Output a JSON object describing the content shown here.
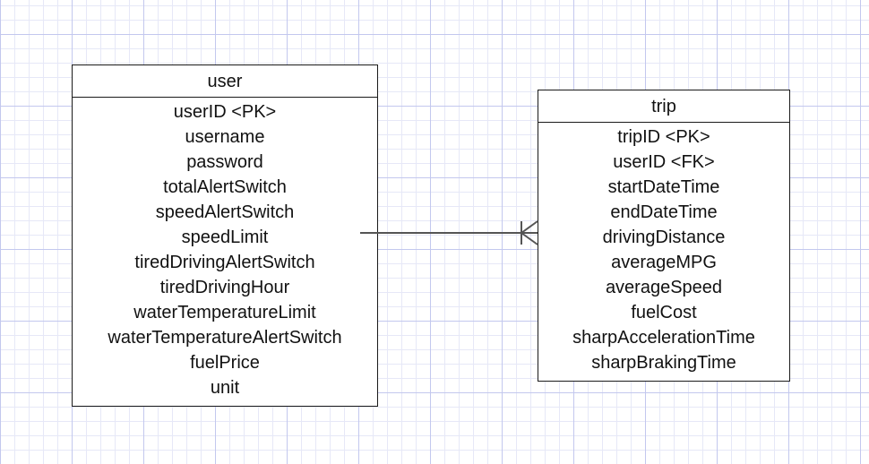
{
  "entities": {
    "user": {
      "title": "user",
      "attributes": [
        "userID <PK>",
        "username",
        "password",
        "totalAlertSwitch",
        "speedAlertSwitch",
        "speedLimit",
        "tiredDrivingAlertSwitch",
        "tiredDrivingHour",
        "waterTemperatureLimit",
        "waterTemperatureAlertSwitch",
        "fuelPrice",
        "unit"
      ]
    },
    "trip": {
      "title": "trip",
      "attributes": [
        "tripID <PK>",
        "userID <FK>",
        "startDateTime",
        "endDateTime",
        "drivingDistance",
        "averageMPG",
        "averageSpeed",
        "fuelCost",
        "sharpAccelerationTime",
        "sharpBrakingTime"
      ]
    }
  },
  "relationship": {
    "from": "user",
    "to": "trip",
    "notation": "one-to-many (crow's foot)",
    "line_color": "#555555"
  }
}
